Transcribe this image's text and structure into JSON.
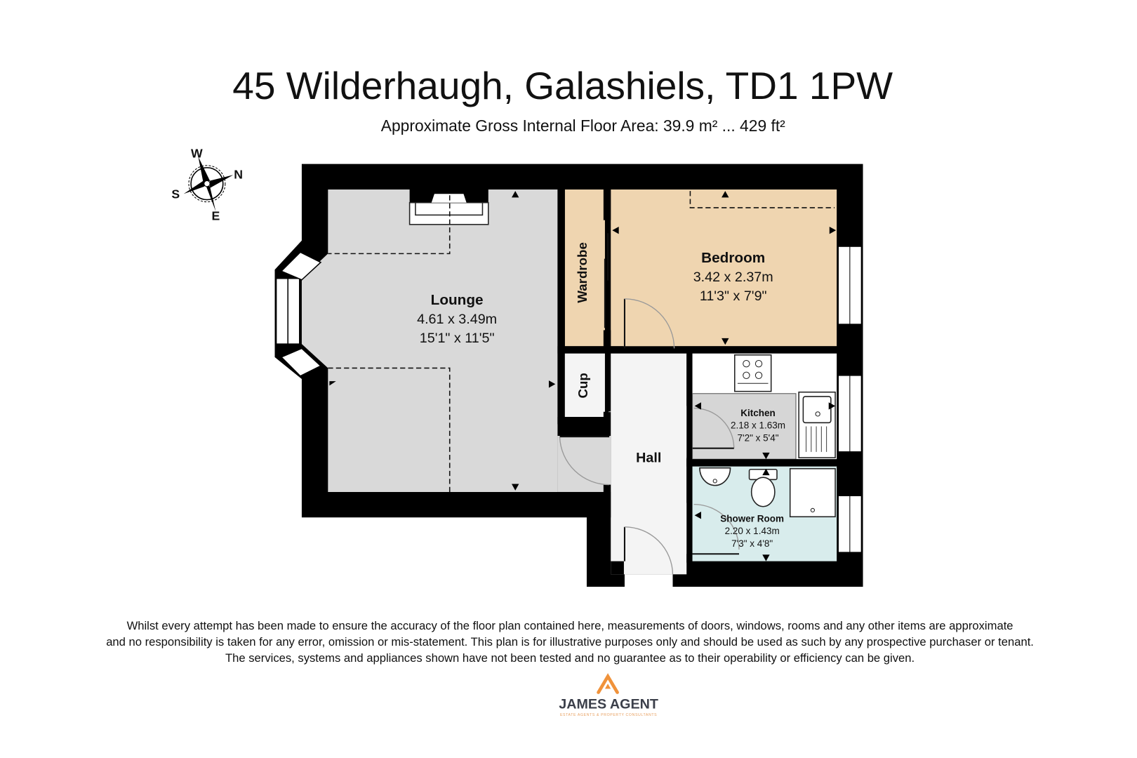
{
  "header": {
    "title": "45 Wilderhaugh, Galashiels, TD1 1PW",
    "subtitle": "Approximate Gross Internal Floor Area: 39.9 m² ... 429 ft²"
  },
  "compass": {
    "n": "N",
    "s": "S",
    "e": "E",
    "w": "W"
  },
  "rooms": {
    "lounge": {
      "name": "Lounge",
      "metric": "4.61 x 3.49m",
      "imperial": "15'1\" x 11'5\""
    },
    "bedroom": {
      "name": "Bedroom",
      "metric": "3.42 x 2.37m",
      "imperial": "11'3\" x 7'9\""
    },
    "kitchen": {
      "name": "Kitchen",
      "metric": "2.18 x 1.63m",
      "imperial": "7'2\" x 5'4\""
    },
    "shower": {
      "name": "Shower Room",
      "metric": "2.20 x 1.43m",
      "imperial": "7'3\" x 4'8\""
    },
    "hall": {
      "name": "Hall"
    },
    "wardrobe": {
      "name": "Wardrobe"
    },
    "cupboard": {
      "name": "Cup"
    }
  },
  "colors": {
    "lounge": "#d9d9d9",
    "bedroom": "#efd5b0",
    "kitchen": "#d6d6d6",
    "shower": "#d8ecec",
    "hall": "#f4f4f4",
    "logo_orange": "#f0923a",
    "logo_text": "#3b3f4a"
  },
  "disclaimer": [
    "Whilst every attempt has been made to ensure the accuracy of the floor plan contained here, measurements of doors, windows, rooms and any other items are approximate",
    "and no responsibility is taken for any error, omission or mis-statement. This plan is for illustrative purposes only and should be used as such by any prospective purchaser or tenant.",
    "The services, systems and appliances shown have not been tested and no guarantee as to their operability or efficiency can be given."
  ],
  "logo": {
    "name": "JAMES AGENT",
    "tagline": "ESTATE AGENTS & PROPERTY CONSULTANTS"
  }
}
